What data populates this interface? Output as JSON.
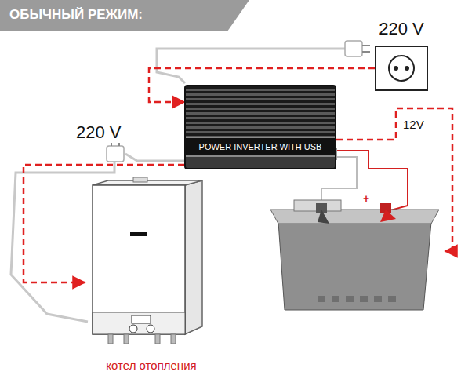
{
  "diagram": {
    "title": "ОБЫЧНЫЙ РЕЖИМ:",
    "nodes": [
      {
        "text": [
          "220 V"
        ]
      },
      {
        "text": [
          "POWER INVERTER WITH USB"
        ]
      },
      {
        "text": [
          "котел отопления"
        ]
      },
      {
        "text": [
          "+"
        ]
      }
    ],
    "edges": [
      {
        "from": 0,
        "to": 1,
        "arrow": "to"
      },
      {
        "from": 1,
        "to": 2,
        "label": "220 V",
        "arrow": "to"
      },
      {
        "from": 1,
        "to": 3,
        "label": "12V",
        "arrow": "to"
      }
    ]
  }
}
